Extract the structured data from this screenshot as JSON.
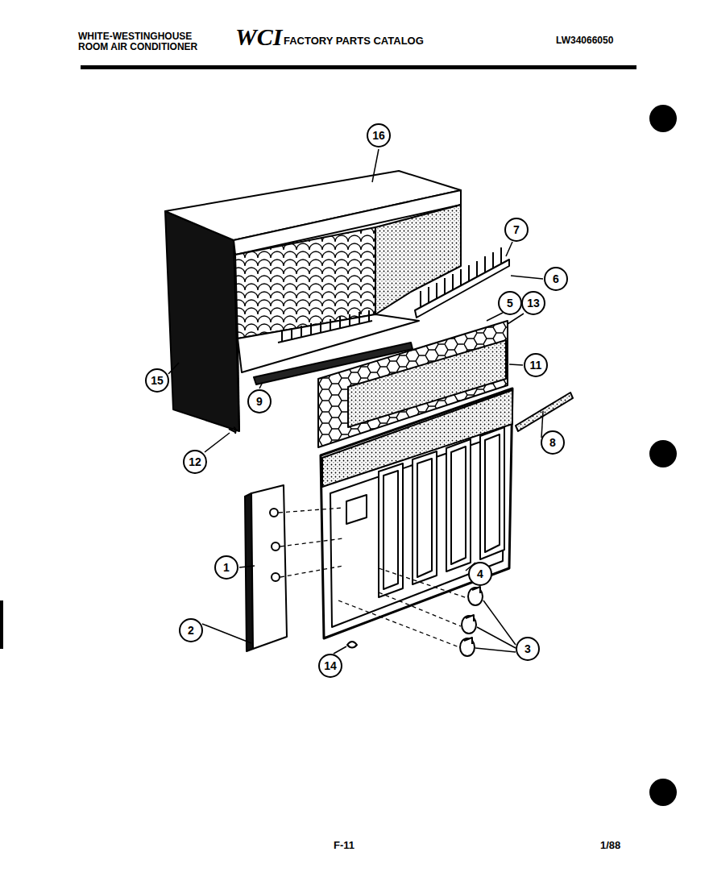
{
  "diagram": {
    "title": "WHITE-WESTINGHOUSE ROOM AIR CONDITIONER",
    "nodes": [
      {
        "text": [
          "16"
        ]
      },
      {
        "text": [
          "7"
        ]
      },
      {
        "text": [
          "6"
        ]
      },
      {
        "text": [
          "5"
        ]
      },
      {
        "text": [
          "13"
        ]
      },
      {
        "text": [
          "11"
        ]
      },
      {
        "text": [
          "15"
        ]
      },
      {
        "text": [
          "9"
        ]
      },
      {
        "text": [
          "8"
        ]
      },
      {
        "text": [
          "12"
        ]
      },
      {
        "text": [
          "1"
        ]
      },
      {
        "text": [
          "4"
        ]
      },
      {
        "text": [
          "2"
        ]
      },
      {
        "text": [
          "3"
        ]
      },
      {
        "text": [
          "14"
        ]
      }
    ],
    "labels": [
      "WCI",
      "FACTORY PARTS CATALOG",
      "LW34066050",
      "F-11",
      "1/88"
    ]
  }
}
